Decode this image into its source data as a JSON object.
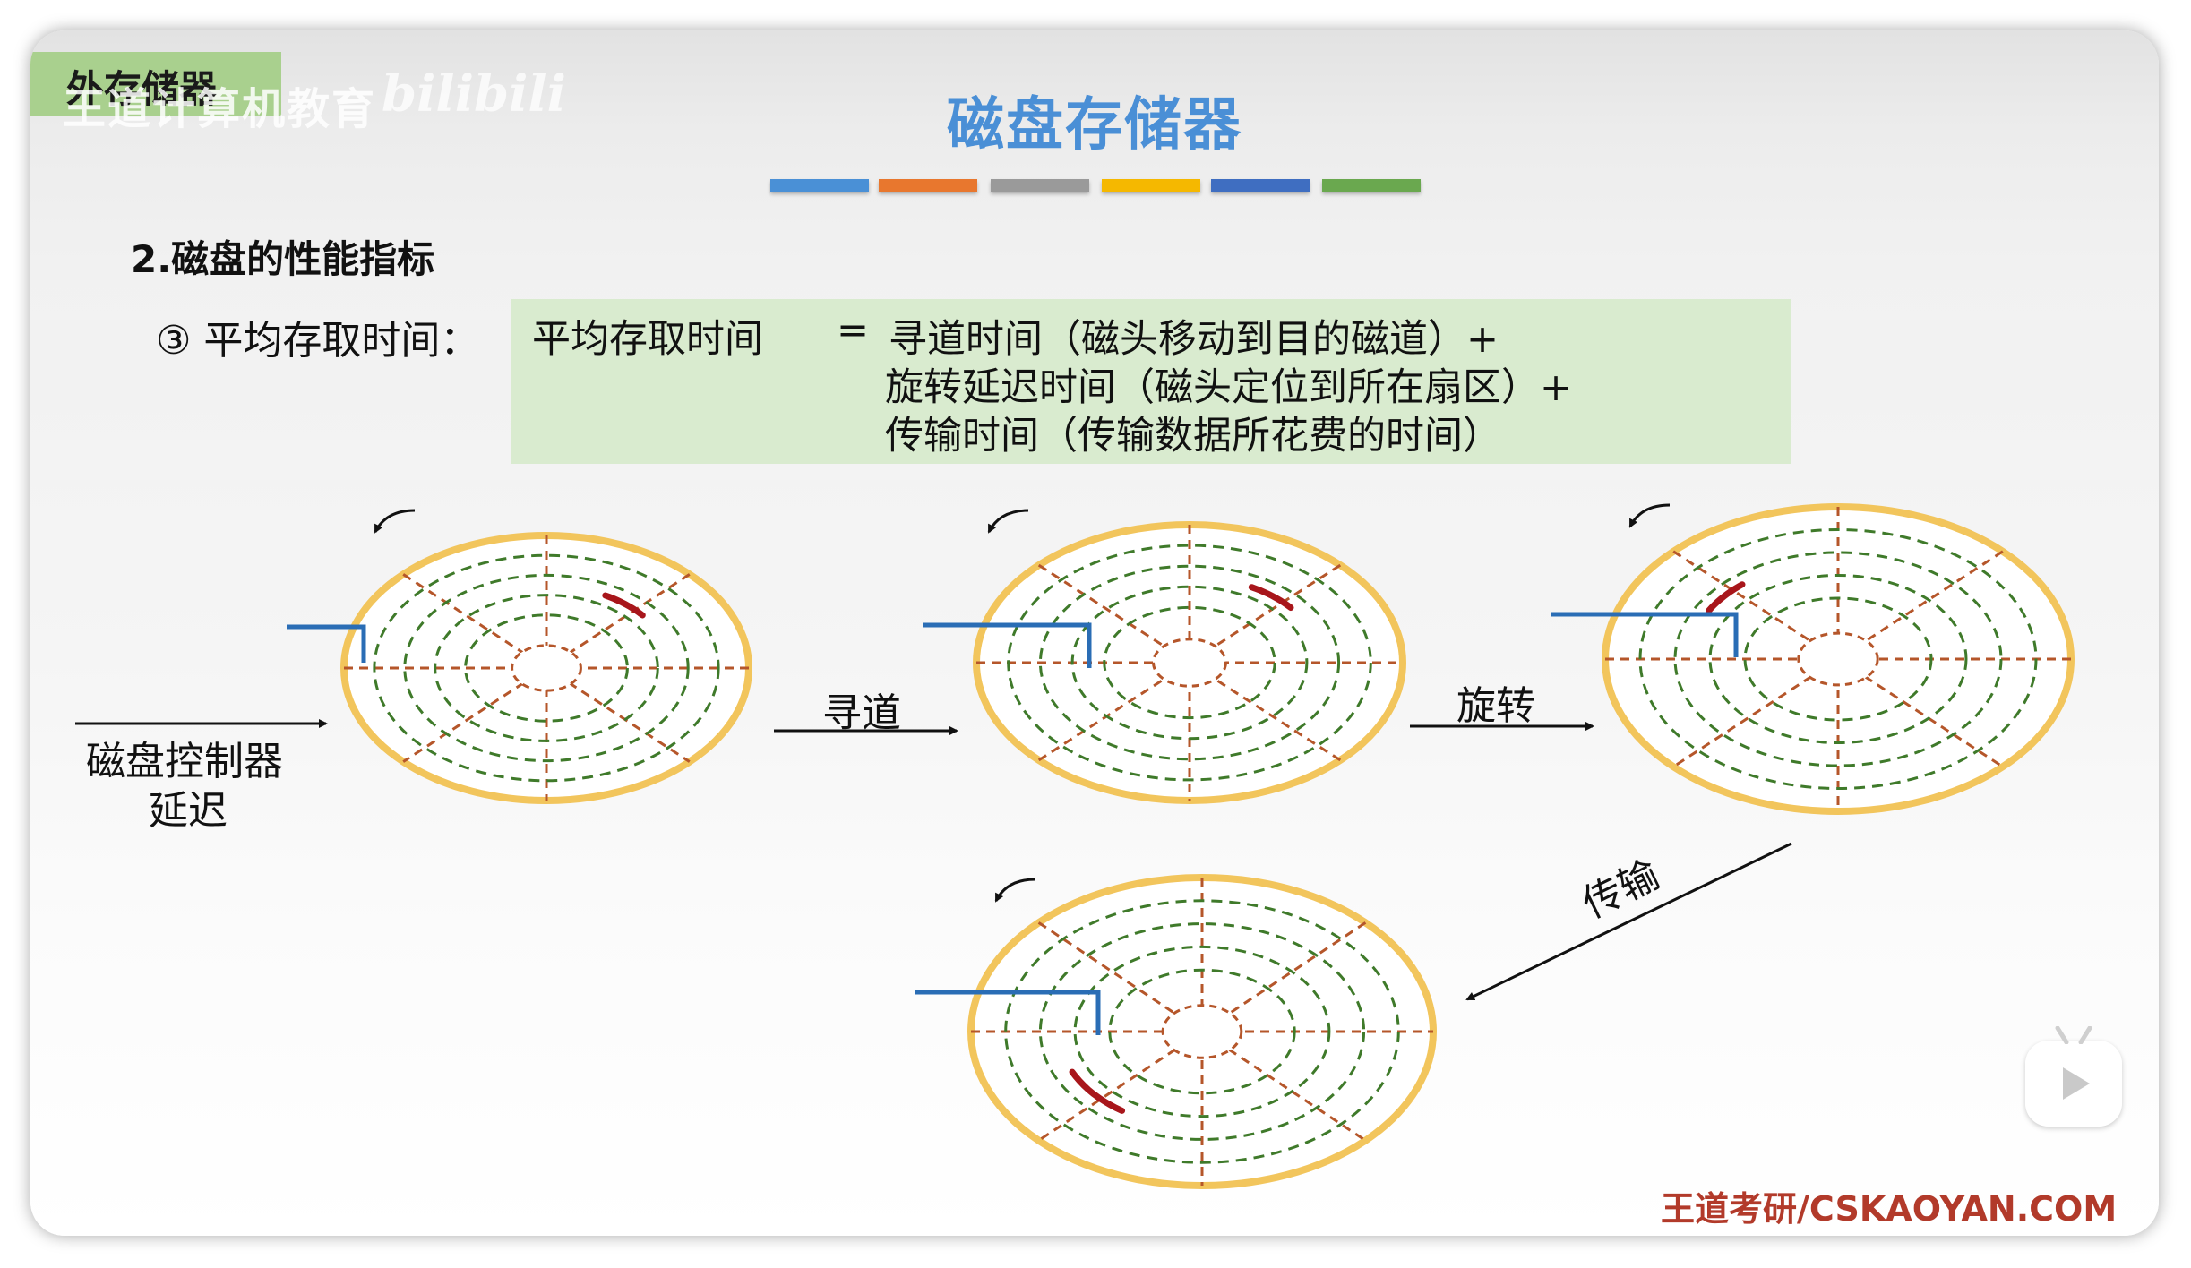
{
  "header": {
    "section_tag": "外存储器",
    "watermark": "王道计算机教育",
    "watermark_bili": "bilibili",
    "title": "磁盘存储器",
    "title_bar_colors": [
      "#4a90d6",
      "#e8772e",
      "#9a9a9a",
      "#f5b800",
      "#3f6ec1",
      "#6aa84f"
    ]
  },
  "content": {
    "heading": "2.磁盘的性能指标",
    "item_label": "③ 平均存取时间：",
    "formula": {
      "lhs": "平均存取时间",
      "equals": "=",
      "terms": [
        "寻道时间（磁头移动到目的磁道）+",
        "旋转延迟时间（磁头定位到所在扇区）+",
        "传输时间（传输数据所花费的时间）"
      ]
    }
  },
  "diagram": {
    "controller_delay_line1": "磁盘控制器",
    "controller_delay_line2": "延迟",
    "step_seek": "寻道",
    "step_rotate": "旋转",
    "step_transfer": "传输",
    "colors": {
      "platter_edge": "#f2c55c",
      "track": "#3f7a2a",
      "sector_line": "#b5562a",
      "head": "#2a6db5",
      "data": "#a8161b"
    }
  },
  "footer": {
    "brand": "王道考研/CSKAOYAN.COM"
  },
  "player": {
    "icon": "play-icon"
  }
}
